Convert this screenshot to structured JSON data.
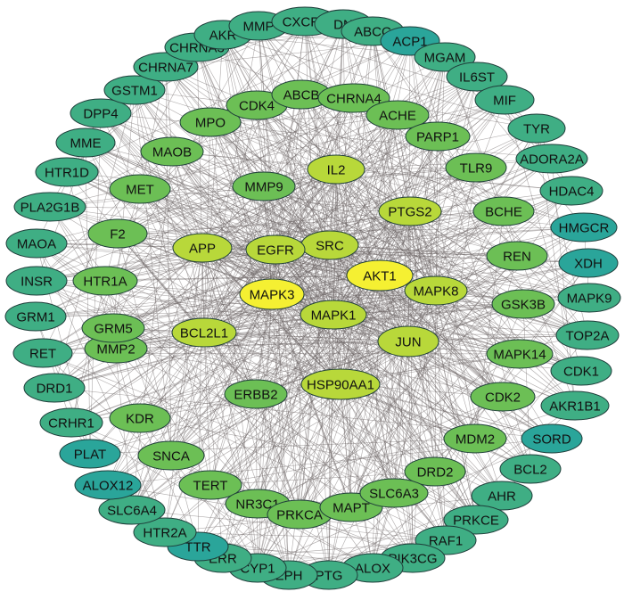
{
  "colors": {
    "background": "#ffffff",
    "edge": "#6b6464",
    "core": "#f5f032",
    "inner": "#b8d83a",
    "middle": "#6cbf55",
    "outer": "#3fae84",
    "rim": "#2aa59a"
  },
  "nodes": [
    {
      "label": "AKT1",
      "tier": "core"
    },
    {
      "label": "MAPK3",
      "tier": "core"
    },
    {
      "label": "MAPK1",
      "tier": "inner"
    },
    {
      "label": "MAPK8",
      "tier": "inner"
    },
    {
      "label": "SRC",
      "tier": "inner"
    },
    {
      "label": "EGFR",
      "tier": "inner"
    },
    {
      "label": "APP",
      "tier": "inner"
    },
    {
      "label": "IL2",
      "tier": "inner"
    },
    {
      "label": "PTGS2",
      "tier": "inner"
    },
    {
      "label": "JUN",
      "tier": "inner"
    },
    {
      "label": "BCL2L1",
      "tier": "inner"
    },
    {
      "label": "HSP90AA1",
      "tier": "inner"
    },
    {
      "label": "MMP9",
      "tier": "middle"
    },
    {
      "label": "F2",
      "tier": "middle"
    },
    {
      "label": "REN",
      "tier": "middle"
    },
    {
      "label": "ERBB2",
      "tier": "middle"
    },
    {
      "label": "MAPK14",
      "tier": "middle"
    },
    {
      "label": "GSK3B",
      "tier": "middle"
    },
    {
      "label": "MMP2",
      "tier": "middle"
    },
    {
      "label": "KDR",
      "tier": "middle"
    },
    {
      "label": "MET",
      "tier": "middle"
    },
    {
      "label": "HTR1A",
      "tier": "middle"
    },
    {
      "label": "GRM5",
      "tier": "middle"
    },
    {
      "label": "MPO",
      "tier": "middle"
    },
    {
      "label": "CDK4",
      "tier": "middle"
    },
    {
      "label": "ABCB",
      "tier": "middle"
    },
    {
      "label": "CHRNA4",
      "tier": "middle"
    },
    {
      "label": "ACHE",
      "tier": "middle"
    },
    {
      "label": "PARP1",
      "tier": "middle"
    },
    {
      "label": "TLR9",
      "tier": "middle"
    },
    {
      "label": "BCHE",
      "tier": "middle"
    },
    {
      "label": "MAOB",
      "tier": "middle"
    },
    {
      "label": "CDK2",
      "tier": "middle"
    },
    {
      "label": "MDM2",
      "tier": "middle"
    },
    {
      "label": "DRD2",
      "tier": "middle"
    },
    {
      "label": "SNCA",
      "tier": "middle"
    },
    {
      "label": "TERT",
      "tier": "middle"
    },
    {
      "label": "NR3C1",
      "tier": "middle"
    },
    {
      "label": "PRKCA",
      "tier": "middle"
    },
    {
      "label": "MAPT",
      "tier": "middle"
    },
    {
      "label": "SLC6A3",
      "tier": "middle"
    },
    {
      "label": "MME",
      "tier": "outer"
    },
    {
      "label": "DPP4",
      "tier": "outer"
    },
    {
      "label": "GSTM1",
      "tier": "outer"
    },
    {
      "label": "CHRNA7",
      "tier": "outer"
    },
    {
      "label": "CHRNA3",
      "tier": "outer"
    },
    {
      "label": "AKR",
      "tier": "outer"
    },
    {
      "label": "MMP",
      "tier": "outer"
    },
    {
      "label": "CXCR3",
      "tier": "outer"
    },
    {
      "label": "DN",
      "tier": "outer"
    },
    {
      "label": "ABCC",
      "tier": "outer"
    },
    {
      "label": "ACP1",
      "tier": "rim"
    },
    {
      "label": "MGAM",
      "tier": "outer"
    },
    {
      "label": "IL6ST",
      "tier": "outer"
    },
    {
      "label": "MIF",
      "tier": "outer"
    },
    {
      "label": "TYR",
      "tier": "outer"
    },
    {
      "label": "ADORA2A",
      "tier": "outer"
    },
    {
      "label": "HDAC4",
      "tier": "outer"
    },
    {
      "label": "HMGCR",
      "tier": "rim"
    },
    {
      "label": "XDH",
      "tier": "rim"
    },
    {
      "label": "MAPK9",
      "tier": "outer"
    },
    {
      "label": "TOP2A",
      "tier": "outer"
    },
    {
      "label": "CDK1",
      "tier": "outer"
    },
    {
      "label": "AKR1B1",
      "tier": "outer"
    },
    {
      "label": "SORD",
      "tier": "rim"
    },
    {
      "label": "BCL2",
      "tier": "outer"
    },
    {
      "label": "AHR",
      "tier": "outer"
    },
    {
      "label": "PRKCE",
      "tier": "outer"
    },
    {
      "label": "RAF1",
      "tier": "outer"
    },
    {
      "label": "PIK3CG",
      "tier": "outer"
    },
    {
      "label": "ALOX",
      "tier": "outer"
    },
    {
      "label": "PTG",
      "tier": "outer"
    },
    {
      "label": "EPH",
      "tier": "outer"
    },
    {
      "label": "CYP1",
      "tier": "outer"
    },
    {
      "label": "ERR",
      "tier": "outer"
    },
    {
      "label": "TTR",
      "tier": "rim"
    },
    {
      "label": "HTR2A",
      "tier": "outer"
    },
    {
      "label": "SLC6A4",
      "tier": "outer"
    },
    {
      "label": "ALOX12",
      "tier": "rim"
    },
    {
      "label": "PLAT",
      "tier": "rim"
    },
    {
      "label": "CRHR1",
      "tier": "outer"
    },
    {
      "label": "DRD1",
      "tier": "outer"
    },
    {
      "label": "RET",
      "tier": "outer"
    },
    {
      "label": "GRM1",
      "tier": "outer"
    },
    {
      "label": "INSR",
      "tier": "outer"
    },
    {
      "label": "MAOA",
      "tier": "outer"
    },
    {
      "label": "PLA2G1B",
      "tier": "outer"
    },
    {
      "label": "HTR1D",
      "tier": "outer"
    }
  ]
}
